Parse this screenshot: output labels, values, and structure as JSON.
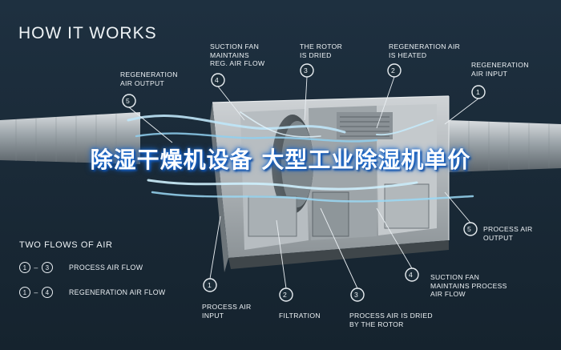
{
  "heading": "HOW IT WORKS",
  "overlay_title": "除湿干燥机设备 大型工业除湿机单价",
  "callouts_top": [
    {
      "num": "5",
      "label": "REGENERATION\nAIR OUTPUT"
    },
    {
      "num": "4",
      "label": "SUCTION FAN\nMAINTAINS\nREG. AIR FLOW"
    },
    {
      "num": "3",
      "label": "THE ROTOR\nIS DRIED"
    },
    {
      "num": "2",
      "label": "REGENERATION AIR\nIS HEATED"
    },
    {
      "num": "1",
      "label": "REGENERATION\nAIR INPUT"
    }
  ],
  "callouts_bottom": [
    {
      "num": "1",
      "label": "PROCESS AIR\nINPUT"
    },
    {
      "num": "2",
      "label": "FILTRATION"
    },
    {
      "num": "3",
      "label": "PROCESS AIR IS DRIED\nBY THE ROTOR"
    },
    {
      "num": "4",
      "label": "SUCTION FAN\nMAINTAINS PROCESS\nAIR FLOW"
    },
    {
      "num": "5",
      "label": "PROCESS AIR\nOUTPUT"
    }
  ],
  "legend": {
    "title": "TWO FLOWS OF AIR",
    "rows": [
      {
        "from": "1",
        "to": "3",
        "label": "PROCESS AIR FLOW"
      },
      {
        "from": "1",
        "to": "4",
        "label": "REGENERATION AIR FLOW"
      }
    ]
  },
  "colors": {
    "background": "#1b2c38",
    "text": "#e9eef2",
    "airflow": "#8fd0f0",
    "overlay_glow": "#1a6ad0"
  }
}
